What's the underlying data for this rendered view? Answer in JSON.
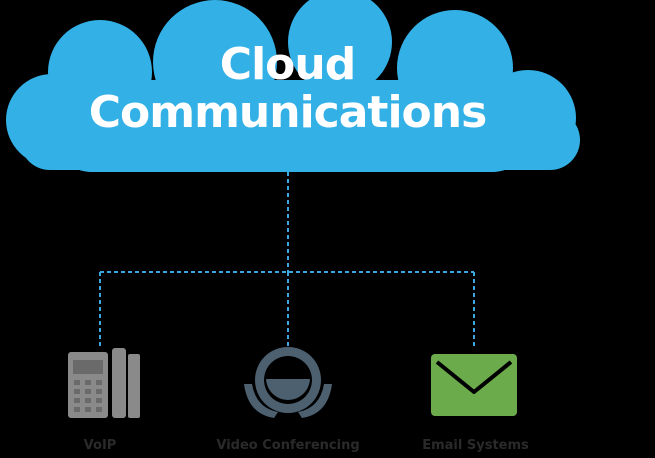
{
  "cloud": {
    "title_line1": "Cloud",
    "title_line2": "Communications",
    "fill_color": "#33b0e6"
  },
  "connector": {
    "color": "#3aa7df",
    "style": "dashed"
  },
  "services": [
    {
      "label": "VoIP",
      "icon": "desk-phone-icon",
      "icon_color": "#8a8a8a"
    },
    {
      "label": "Video Conferencing",
      "icon": "webcam-icon",
      "icon_color": "#4d6070"
    },
    {
      "label": "Email Systems",
      "icon": "envelope-icon",
      "icon_color": "#6bab4b"
    }
  ]
}
